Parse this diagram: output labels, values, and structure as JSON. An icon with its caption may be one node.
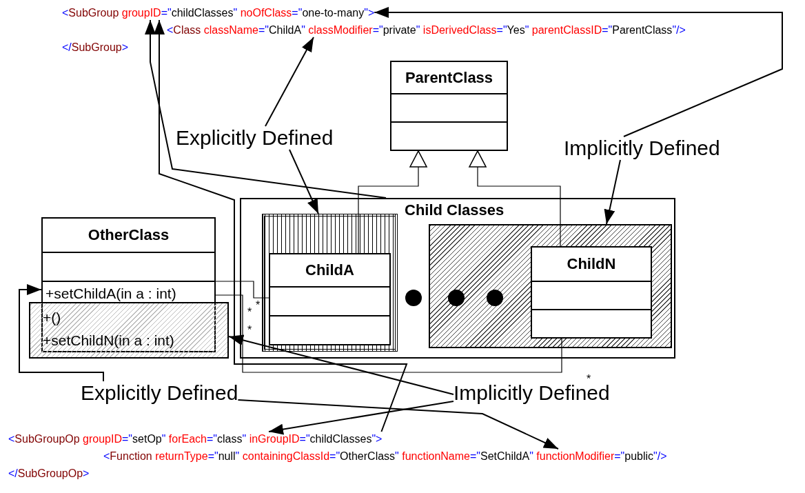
{
  "diagram": {
    "nodes": [
      {
        "text": [
          "<SubGroup groupID=\"childClasses\" noOfClass=\"one-to-many\">"
        ]
      },
      {
        "text": [
          "<Class className=\"ChildA\" classModifier=\"private\" isDerivedClass=\"Yes\" parentClassID=\"ParentClass\"/>"
        ]
      },
      {
        "text": [
          "</SubGroup>"
        ]
      },
      {
        "text": [
          "ParentClass"
        ]
      },
      {
        "text": [
          "Explicitly Defined"
        ]
      },
      {
        "text": [
          "Implicitly Defined"
        ]
      },
      {
        "text": [
          "Child Classes"
        ]
      },
      {
        "text": [],
        "shape": "box",
        "in": 6
      },
      {
        "text": [
          "ChildA"
        ],
        "in": 7
      },
      {
        "text": [],
        "shape": "box",
        "in": 6
      },
      {
        "text": [
          "ChildN"
        ],
        "in": 9
      },
      {
        "text": [
          "OtherClass",
          "+setChildA(in a : int)"
        ]
      },
      {
        "text": [
          "+()",
          "+setChildN(in a : int)"
        ]
      },
      {
        "text": [
          "Explicitly Defined"
        ]
      },
      {
        "text": [
          "Implicitly Defined"
        ]
      },
      {
        "text": [
          "<SubGroupOp groupID=\"setOp\" forEach=\"class\" inGroupID=\"childClasses\">"
        ]
      },
      {
        "text": [
          "<Function returnType=\"null\" containingClassId=\"OtherClass\" functionName=\"SetChildA\" functionModifier=\"public\"/>"
        ]
      },
      {
        "text": [
          "</SubGroupOp>"
        ]
      }
    ],
    "edges": [
      {
        "from": 8,
        "to": 3,
        "arrow": "to"
      },
      {
        "from": 10,
        "to": 3,
        "arrow": "to"
      },
      {
        "from": 11,
        "to": 8,
        "arrow": "none",
        "label": "*"
      },
      {
        "from": 11,
        "to": 10,
        "arrow": "none",
        "label": "*"
      },
      {
        "from": 4,
        "to": 1,
        "arrow": "to"
      },
      {
        "from": 4,
        "to": 7,
        "arrow": "to"
      },
      {
        "from": 5,
        "to": 0,
        "arrow": "to"
      },
      {
        "from": 5,
        "to": 9,
        "arrow": "to"
      },
      {
        "from": 6,
        "to": 0,
        "arrow": "to"
      },
      {
        "from": 15,
        "to": 0,
        "arrow": "to"
      },
      {
        "from": 13,
        "to": 11,
        "arrow": "to"
      },
      {
        "from": 13,
        "to": 16,
        "arrow": "to"
      },
      {
        "from": 14,
        "to": 12,
        "arrow": "to"
      },
      {
        "from": 14,
        "to": 15,
        "arrow": "to"
      }
    ],
    "labels": [
      "*",
      "*"
    ]
  }
}
